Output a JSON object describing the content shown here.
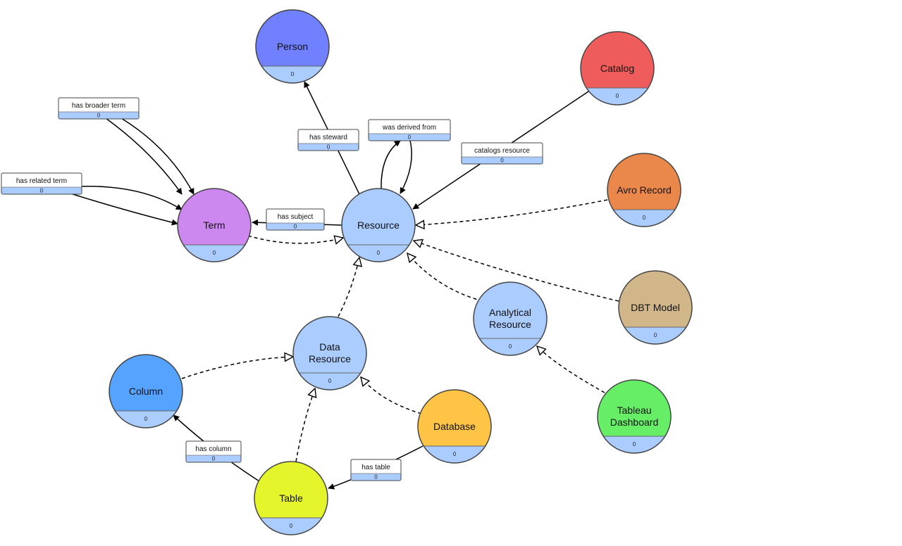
{
  "nodes": [
    {
      "id": "person",
      "lines": [
        "Person"
      ],
      "color": "#7080ff",
      "count": "0"
    },
    {
      "id": "catalog",
      "lines": [
        "Catalog"
      ],
      "color": "#ee5c5c",
      "count": "0"
    },
    {
      "id": "term",
      "lines": [
        "Term"
      ],
      "color": "#cc88ee",
      "count": "0"
    },
    {
      "id": "resource",
      "lines": [
        "Resource"
      ],
      "color": "#aaccff",
      "count": "0"
    },
    {
      "id": "avro",
      "lines": [
        "Avro Record"
      ],
      "color": "#ea884c",
      "count": "0"
    },
    {
      "id": "dbt",
      "lines": [
        "DBT Model"
      ],
      "color": "#d1b68a",
      "count": "0"
    },
    {
      "id": "analytical",
      "lines": [
        "Analytical",
        "Resource"
      ],
      "color": "#aaccff",
      "count": "0"
    },
    {
      "id": "data_resource",
      "lines": [
        "Data",
        "Resource"
      ],
      "color": "#aaccff",
      "count": "0"
    },
    {
      "id": "column",
      "lines": [
        "Column"
      ],
      "color": "#55a3ff",
      "count": "0"
    },
    {
      "id": "tableau",
      "lines": [
        "Tableau",
        "Dashboard"
      ],
      "color": "#66ee66",
      "count": "0"
    },
    {
      "id": "database",
      "lines": [
        "Database"
      ],
      "color": "#ffc445",
      "count": "0"
    },
    {
      "id": "table",
      "lines": [
        "Table"
      ],
      "color": "#e4f52c",
      "count": "0"
    }
  ],
  "edges": [
    {
      "id": "has-broader-term",
      "label": "has broader term",
      "count": "0"
    },
    {
      "id": "has-related-term",
      "label": "has related term",
      "count": "0"
    },
    {
      "id": "has-steward",
      "label": "has steward",
      "count": "0"
    },
    {
      "id": "was-derived-from",
      "label": "was derived from",
      "count": "0"
    },
    {
      "id": "catalogs-resource",
      "label": "catalogs resource",
      "count": "0"
    },
    {
      "id": "has-subject",
      "label": "has subject",
      "count": "0"
    },
    {
      "id": "has-column",
      "label": "has column",
      "count": "0"
    },
    {
      "id": "has-table",
      "label": "has table",
      "count": "0"
    }
  ],
  "colors": {
    "stroke": "#444444",
    "count_band": "#aaccff",
    "edge_box_count_band": "#aaccff"
  }
}
